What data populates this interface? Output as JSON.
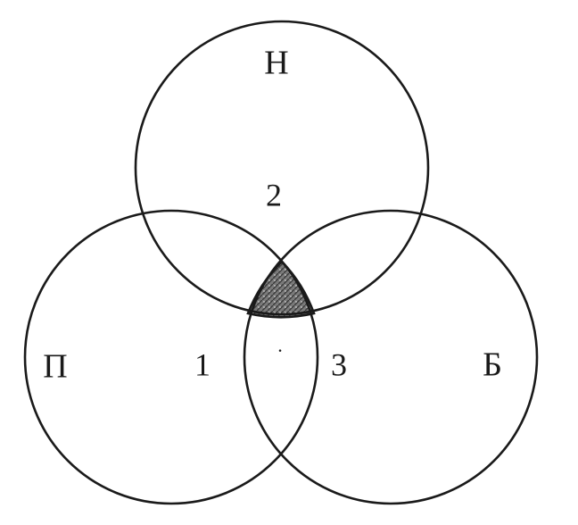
{
  "diagram": {
    "sets": [
      {
        "id": "top",
        "label": "Н"
      },
      {
        "id": "left",
        "label": "П"
      },
      {
        "id": "right",
        "label": "Б"
      }
    ],
    "regions": [
      {
        "id": "region-1",
        "label": "1"
      },
      {
        "id": "region-2",
        "label": "2"
      },
      {
        "id": "region-3",
        "label": "3"
      },
      {
        "id": "region-center",
        "label": "·"
      }
    ],
    "colors": {
      "stroke": "#1a1a1a",
      "shaded_center": "#6e6e6e",
      "background": "#ffffff"
    }
  }
}
